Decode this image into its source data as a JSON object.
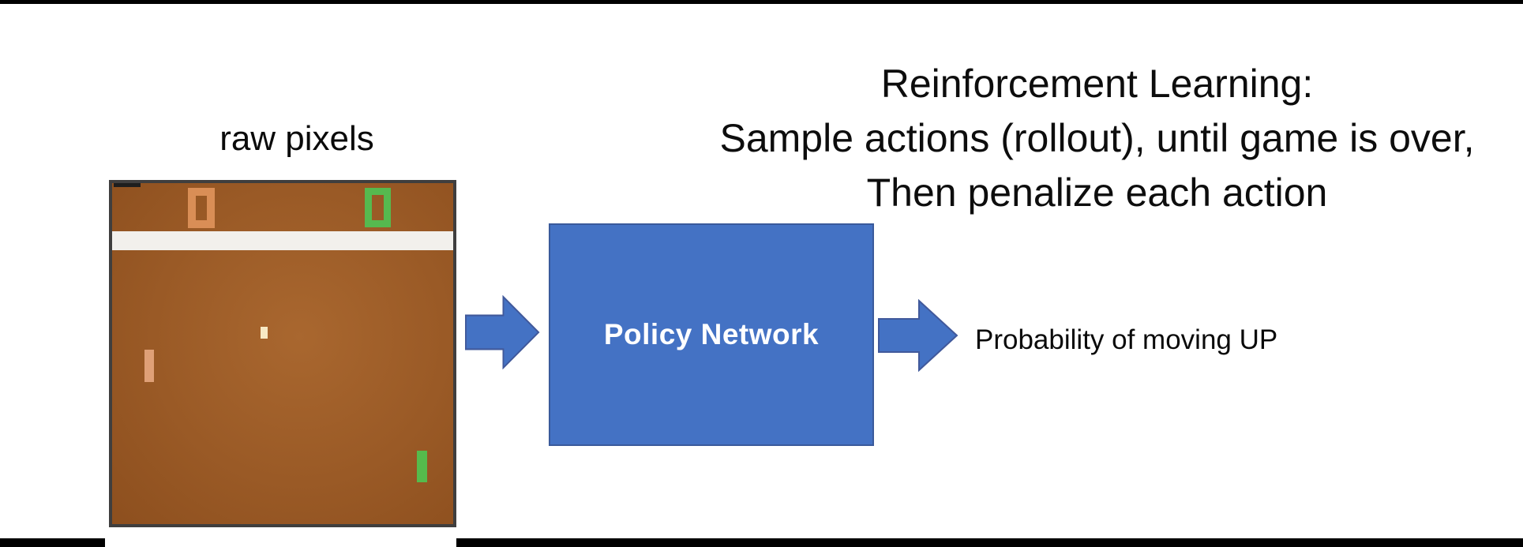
{
  "title": {
    "line1": "Reinforcement Learning:",
    "line2": "Sample actions (rollout), until game is over,",
    "line3": "Then penalize each action"
  },
  "game": {
    "label": "raw pixels",
    "left_score": "0",
    "right_score": "0"
  },
  "policy_box": {
    "label": "Policy Network"
  },
  "output": {
    "label": "Probability of moving UP"
  },
  "colors": {
    "bar_black": "#000000",
    "frame": "#3f3e3e",
    "game_brown": "#9a5a26",
    "game_brown_light": "#a9672f",
    "game_brown_dark": "#8d4f1e",
    "white_band": "#f2f0ec",
    "orange_score": "#d98e56",
    "green_score": "#56b94f",
    "left_paddle": "#dfa077",
    "green_paddle": "#55bb4c",
    "ball": "#f7e9c4",
    "arrow_fill": "#4472c4",
    "arrow_border": "#41599b",
    "box_fill": "#4472c4",
    "box_border": "#3a5a9b"
  }
}
